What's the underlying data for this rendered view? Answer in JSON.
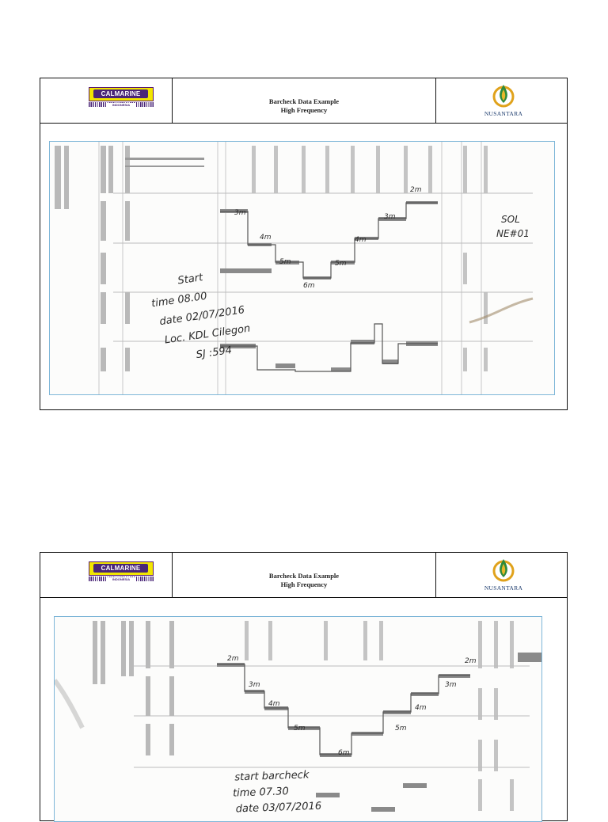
{
  "pages": [
    {
      "header": {
        "left_logo": {
          "name": "CALMARINE",
          "sub": "INDONESIA"
        },
        "title_line1": "Barcheck Data Example",
        "title_line2": "High Frequency",
        "right_logo": {
          "name": "NUSANTARA"
        }
      },
      "scan": {
        "step_labels": [
          "2m",
          "3m",
          "3m",
          "4m",
          "4m",
          "5m",
          "5m",
          "6m"
        ],
        "side_note": [
          "SOL",
          "NE#01"
        ],
        "notes": [
          "Start",
          "time 08.00",
          "date 02/07/2016",
          "Loc. KDL Cilegon",
          "SJ :594"
        ]
      }
    },
    {
      "header": {
        "left_logo": {
          "name": "CALMARINE",
          "sub": "INDONESIA"
        },
        "title_line1": "Barcheck Data Example",
        "title_line2": "High Frequency",
        "right_logo": {
          "name": "NUSANTARA"
        }
      },
      "scan": {
        "step_labels": [
          "2m",
          "2m",
          "3m",
          "3m",
          "4m",
          "4m",
          "5m",
          "5m",
          "6m"
        ],
        "notes": [
          "start barcheck",
          "time 07.30",
          "date 03/07/2016"
        ]
      }
    }
  ],
  "colors": {
    "border": "#111111",
    "scan_frame": "#7eb6d8",
    "calmarine_yellow": "#f2e600",
    "calmarine_purple": "#4a2577",
    "nusantara_gold": "#e0a21b",
    "nusantara_blue": "#1d3c6e"
  },
  "icons": [
    "calmarine-logo",
    "nusantara-logo"
  ]
}
